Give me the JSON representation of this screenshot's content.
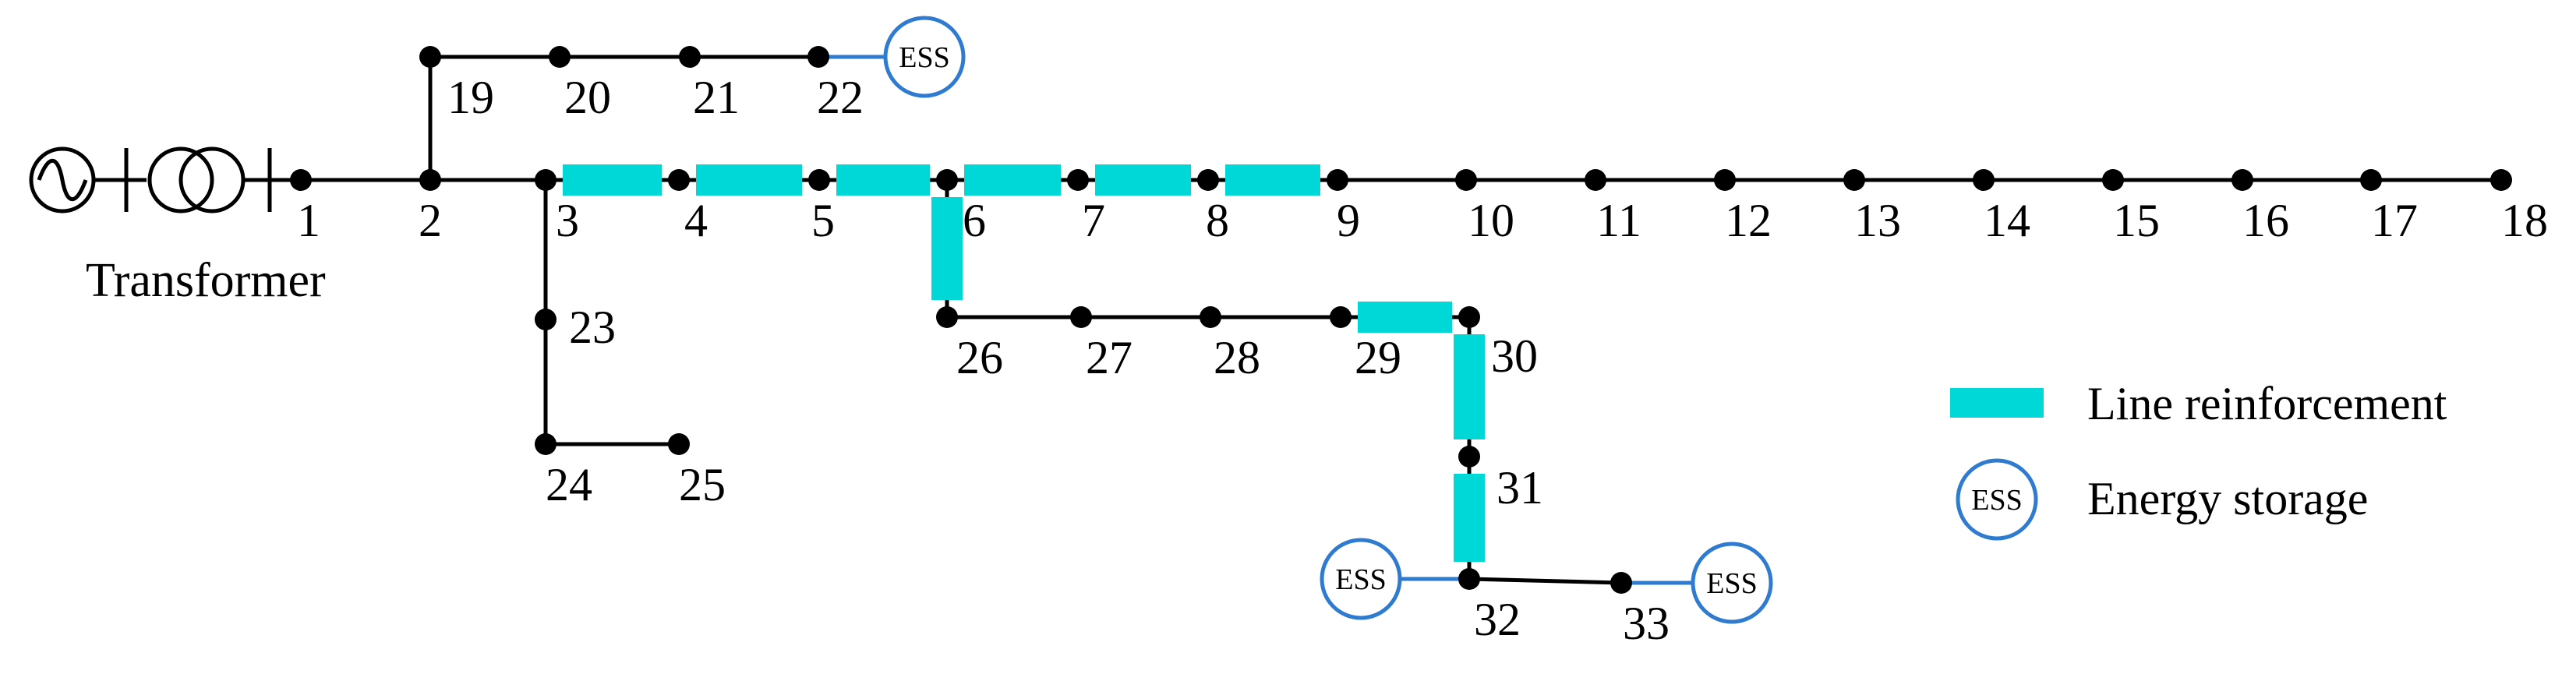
{
  "nodes": [
    {
      "id": "1",
      "label": "1"
    },
    {
      "id": "2",
      "label": "2"
    },
    {
      "id": "3",
      "label": "3"
    },
    {
      "id": "4",
      "label": "4"
    },
    {
      "id": "5",
      "label": "5"
    },
    {
      "id": "6",
      "label": "6"
    },
    {
      "id": "7",
      "label": "7"
    },
    {
      "id": "8",
      "label": "8"
    },
    {
      "id": "9",
      "label": "9"
    },
    {
      "id": "10",
      "label": "10"
    },
    {
      "id": "11",
      "label": "11"
    },
    {
      "id": "12",
      "label": "12"
    },
    {
      "id": "13",
      "label": "13"
    },
    {
      "id": "14",
      "label": "14"
    },
    {
      "id": "15",
      "label": "15"
    },
    {
      "id": "16",
      "label": "16"
    },
    {
      "id": "17",
      "label": "17"
    },
    {
      "id": "18",
      "label": "18"
    },
    {
      "id": "19",
      "label": "19"
    },
    {
      "id": "20",
      "label": "20"
    },
    {
      "id": "21",
      "label": "21"
    },
    {
      "id": "22",
      "label": "22"
    },
    {
      "id": "23",
      "label": "23"
    },
    {
      "id": "24",
      "label": "24"
    },
    {
      "id": "25",
      "label": "25"
    },
    {
      "id": "26",
      "label": "26"
    },
    {
      "id": "27",
      "label": "27"
    },
    {
      "id": "28",
      "label": "28"
    },
    {
      "id": "29",
      "label": "29"
    },
    {
      "id": "30",
      "label": "30"
    },
    {
      "id": "31",
      "label": "31"
    },
    {
      "id": "32",
      "label": "32"
    },
    {
      "id": "33",
      "label": "33"
    }
  ],
  "lines": [
    {
      "from": "1",
      "to": "2",
      "reinforced": false
    },
    {
      "from": "2",
      "to": "3",
      "reinforced": false
    },
    {
      "from": "3",
      "to": "4",
      "reinforced": true
    },
    {
      "from": "4",
      "to": "5",
      "reinforced": true
    },
    {
      "from": "5",
      "to": "6",
      "reinforced": true
    },
    {
      "from": "6",
      "to": "7",
      "reinforced": true
    },
    {
      "from": "7",
      "to": "8",
      "reinforced": true
    },
    {
      "from": "8",
      "to": "9",
      "reinforced": true
    },
    {
      "from": "9",
      "to": "10",
      "reinforced": false
    },
    {
      "from": "10",
      "to": "11",
      "reinforced": false
    },
    {
      "from": "11",
      "to": "12",
      "reinforced": false
    },
    {
      "from": "12",
      "to": "13",
      "reinforced": false
    },
    {
      "from": "13",
      "to": "14",
      "reinforced": false
    },
    {
      "from": "14",
      "to": "15",
      "reinforced": false
    },
    {
      "from": "15",
      "to": "16",
      "reinforced": false
    },
    {
      "from": "16",
      "to": "17",
      "reinforced": false
    },
    {
      "from": "17",
      "to": "18",
      "reinforced": false
    },
    {
      "from": "2",
      "to": "19",
      "reinforced": false
    },
    {
      "from": "19",
      "to": "20",
      "reinforced": false
    },
    {
      "from": "20",
      "to": "21",
      "reinforced": false
    },
    {
      "from": "21",
      "to": "22",
      "reinforced": false
    },
    {
      "from": "3",
      "to": "23",
      "reinforced": false
    },
    {
      "from": "23",
      "to": "24",
      "reinforced": false
    },
    {
      "from": "24",
      "to": "25",
      "reinforced": false
    },
    {
      "from": "6",
      "to": "26",
      "reinforced": true
    },
    {
      "from": "26",
      "to": "27",
      "reinforced": false
    },
    {
      "from": "27",
      "to": "28",
      "reinforced": false
    },
    {
      "from": "28",
      "to": "29",
      "reinforced": false
    },
    {
      "from": "29",
      "to": "30",
      "reinforced": true
    },
    {
      "from": "30",
      "to": "31",
      "reinforced": true
    },
    {
      "from": "31",
      "to": "32",
      "reinforced": true
    },
    {
      "from": "32",
      "to": "33",
      "reinforced": false
    }
  ],
  "ess_units": [
    {
      "bus": "22",
      "label": "ESS"
    },
    {
      "bus": "32",
      "label": "ESS"
    },
    {
      "bus": "33",
      "label": "ESS"
    }
  ],
  "transformer": {
    "label": "Transformer"
  },
  "legend": {
    "reinforcement_label": "Line reinforcement",
    "storage_label": "Energy storage",
    "storage_symbol_text": "ESS"
  },
  "colors": {
    "line": "#000000",
    "reinforcement": "#00D8D8",
    "ess": "#2F7BD0",
    "node": "#000000"
  }
}
